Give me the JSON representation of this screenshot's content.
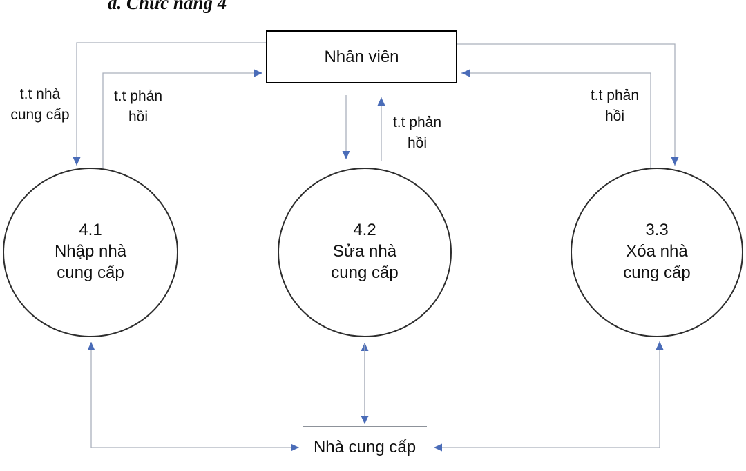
{
  "title": "d. Chức năng 4",
  "colors": {
    "ink": "#111111",
    "line": "#aab0bc",
    "arrow": "#4a6cb8",
    "shape": "#2d2d2d",
    "store_line": "#8d929a"
  },
  "entity": {
    "label": "Nhân viên"
  },
  "processes": [
    {
      "id": "4.1",
      "name_line1": "Nhập nhà",
      "name_line2": "cung cấp"
    },
    {
      "id": "4.2",
      "name_line1": "Sửa nhà",
      "name_line2": "cung cấp"
    },
    {
      "id": "3.3",
      "name_line1": "Xóa nhà",
      "name_line2": "cung cấp"
    }
  ],
  "data_store": {
    "label": "Nhà cung cấp"
  },
  "flow_labels": [
    {
      "text": "t.t nhà\ncung cấp"
    },
    {
      "text": "t.t phản\nhồi"
    },
    {
      "text": "t.t phản\nhồi"
    },
    {
      "text": "t.t phản\nhồi"
    }
  ]
}
